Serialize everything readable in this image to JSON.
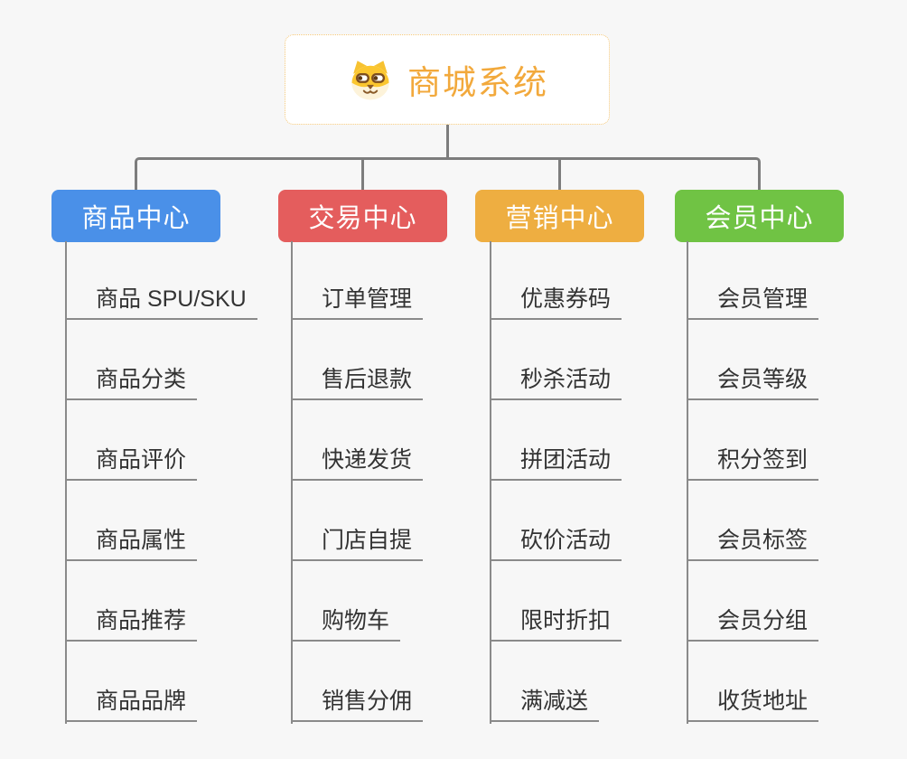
{
  "root": {
    "title": "商城系统",
    "icon": "shiba-dog-icon"
  },
  "branches": [
    {
      "label": "商品中心",
      "color": "#4a90e8",
      "items": [
        "商品 SPU/SKU",
        "商品分类",
        "商品评价",
        "商品属性",
        "商品推荐",
        "商品品牌"
      ]
    },
    {
      "label": "交易中心",
      "color": "#e45d5d",
      "items": [
        "订单管理",
        "售后退款",
        "快递发货",
        "门店自提",
        "购物车",
        "销售分佣"
      ]
    },
    {
      "label": "营销中心",
      "color": "#eeae41",
      "items": [
        "优惠券码",
        "秒杀活动",
        "拼团活动",
        "砍价活动",
        "限时折扣",
        "满减送"
      ]
    },
    {
      "label": "会员中心",
      "color": "#70c344",
      "items": [
        "会员管理",
        "会员等级",
        "积分签到",
        "会员标签",
        "会员分组",
        "收货地址"
      ]
    }
  ],
  "colors": {
    "background": "#f7f7f7",
    "connector": "#7d7d7d",
    "item_line": "#8a8a8a",
    "item_text": "#333333",
    "root_text": "#f2a93c",
    "root_border": "#f5c878",
    "root_bg": "#ffffff"
  }
}
